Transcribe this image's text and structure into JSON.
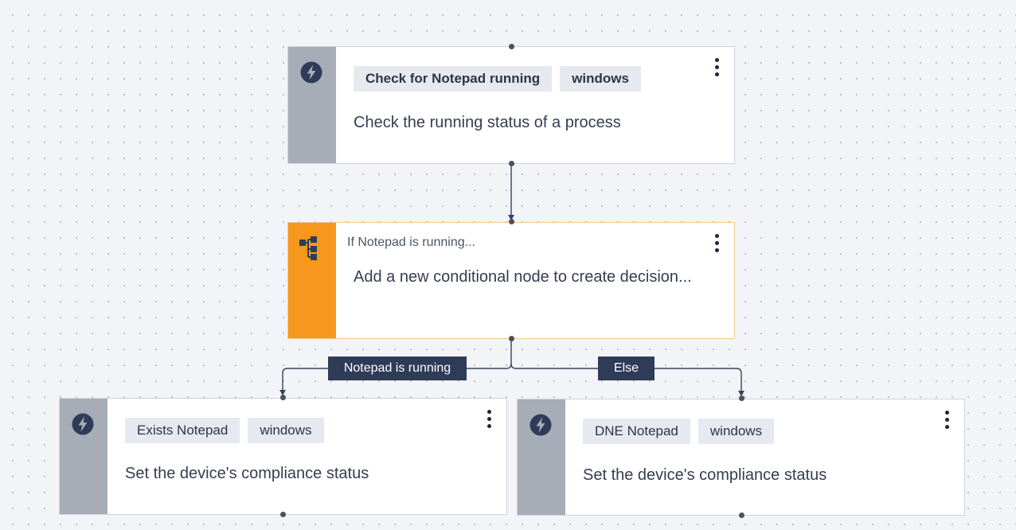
{
  "nodes": {
    "check": {
      "tags": [
        "Check for Notepad running",
        "windows"
      ],
      "description": "Check the running status of a process",
      "icon": "lightning-icon"
    },
    "condition": {
      "title": "If Notepad is running...",
      "description": "Add a new conditional node to create decision...",
      "icon": "flowchart-icon"
    },
    "exists": {
      "tags": [
        "Exists Notepad",
        "windows"
      ],
      "description": "Set the device's compliance status",
      "icon": "lightning-icon"
    },
    "dne": {
      "tags": [
        "DNE Notepad",
        "windows"
      ],
      "description": "Set the device's compliance status",
      "icon": "lightning-icon"
    }
  },
  "edges": {
    "running_label": "Notepad is running",
    "else_label": "Else"
  },
  "colors": {
    "action_stripe": "#a6adb6",
    "condition_stripe": "#f7971e",
    "edge_label_bg": "#2f3c58"
  }
}
